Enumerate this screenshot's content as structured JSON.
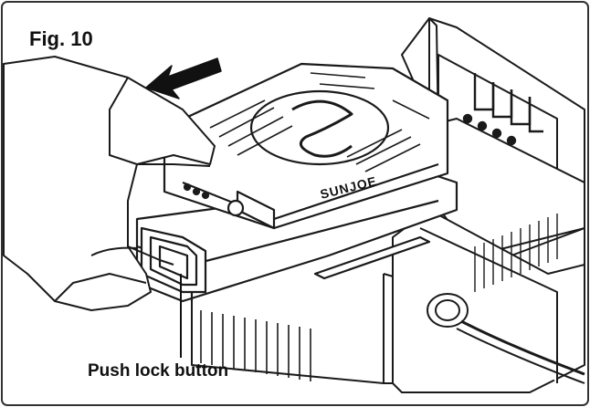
{
  "figure": {
    "label": "Fig. 10",
    "brand": "SUNJOE"
  },
  "callouts": [
    {
      "label": "Push lock button"
    }
  ],
  "icons": {
    "direction": "arrow-left-icon"
  },
  "colors": {
    "line": "#1a1a1a",
    "fill": "#ffffff",
    "border": "#333333"
  }
}
